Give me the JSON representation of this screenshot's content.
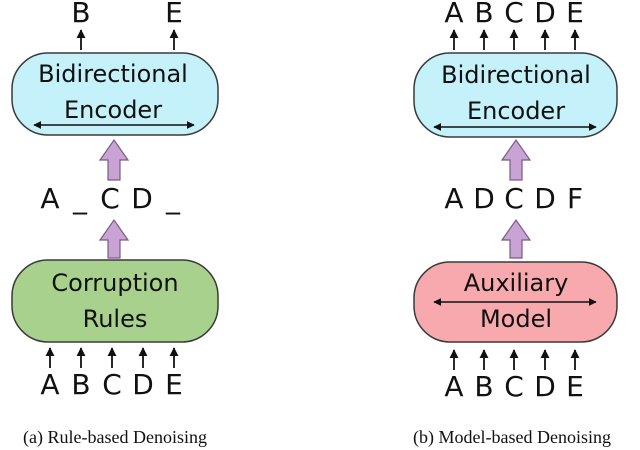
{
  "panels": {
    "a": {
      "outputs": [
        "B",
        "E"
      ],
      "encoder": {
        "line1": "Bidirectional",
        "line2": "Encoder",
        "fill": "#c5f1fb"
      },
      "middle": [
        "A",
        "_",
        "C",
        "D",
        "_"
      ],
      "module": {
        "line1": "Corruption",
        "line2": "Rules",
        "fill": "#a9d18e"
      },
      "inputs": [
        "A",
        "B",
        "C",
        "D",
        "E"
      ],
      "caption": "(a) Rule-based Denoising"
    },
    "b": {
      "outputs": [
        "A",
        "B",
        "C",
        "D",
        "E"
      ],
      "encoder": {
        "line1": "Bidirectional",
        "line2": "Encoder",
        "fill": "#c5f1fb"
      },
      "middle": [
        "A",
        "D",
        "C",
        "D",
        "F"
      ],
      "module": {
        "line1": "Auxiliary",
        "line2": "Model",
        "fill": "#f7a9ad"
      },
      "inputs": [
        "A",
        "B",
        "C",
        "D",
        "E"
      ],
      "caption": "(b) Model-based Denoising"
    }
  },
  "colors": {
    "up_arrow": "#c9a3d3",
    "up_arrow_stroke": "#7a5a86",
    "box_stroke": "#3a3a3a",
    "text": "#111111"
  }
}
